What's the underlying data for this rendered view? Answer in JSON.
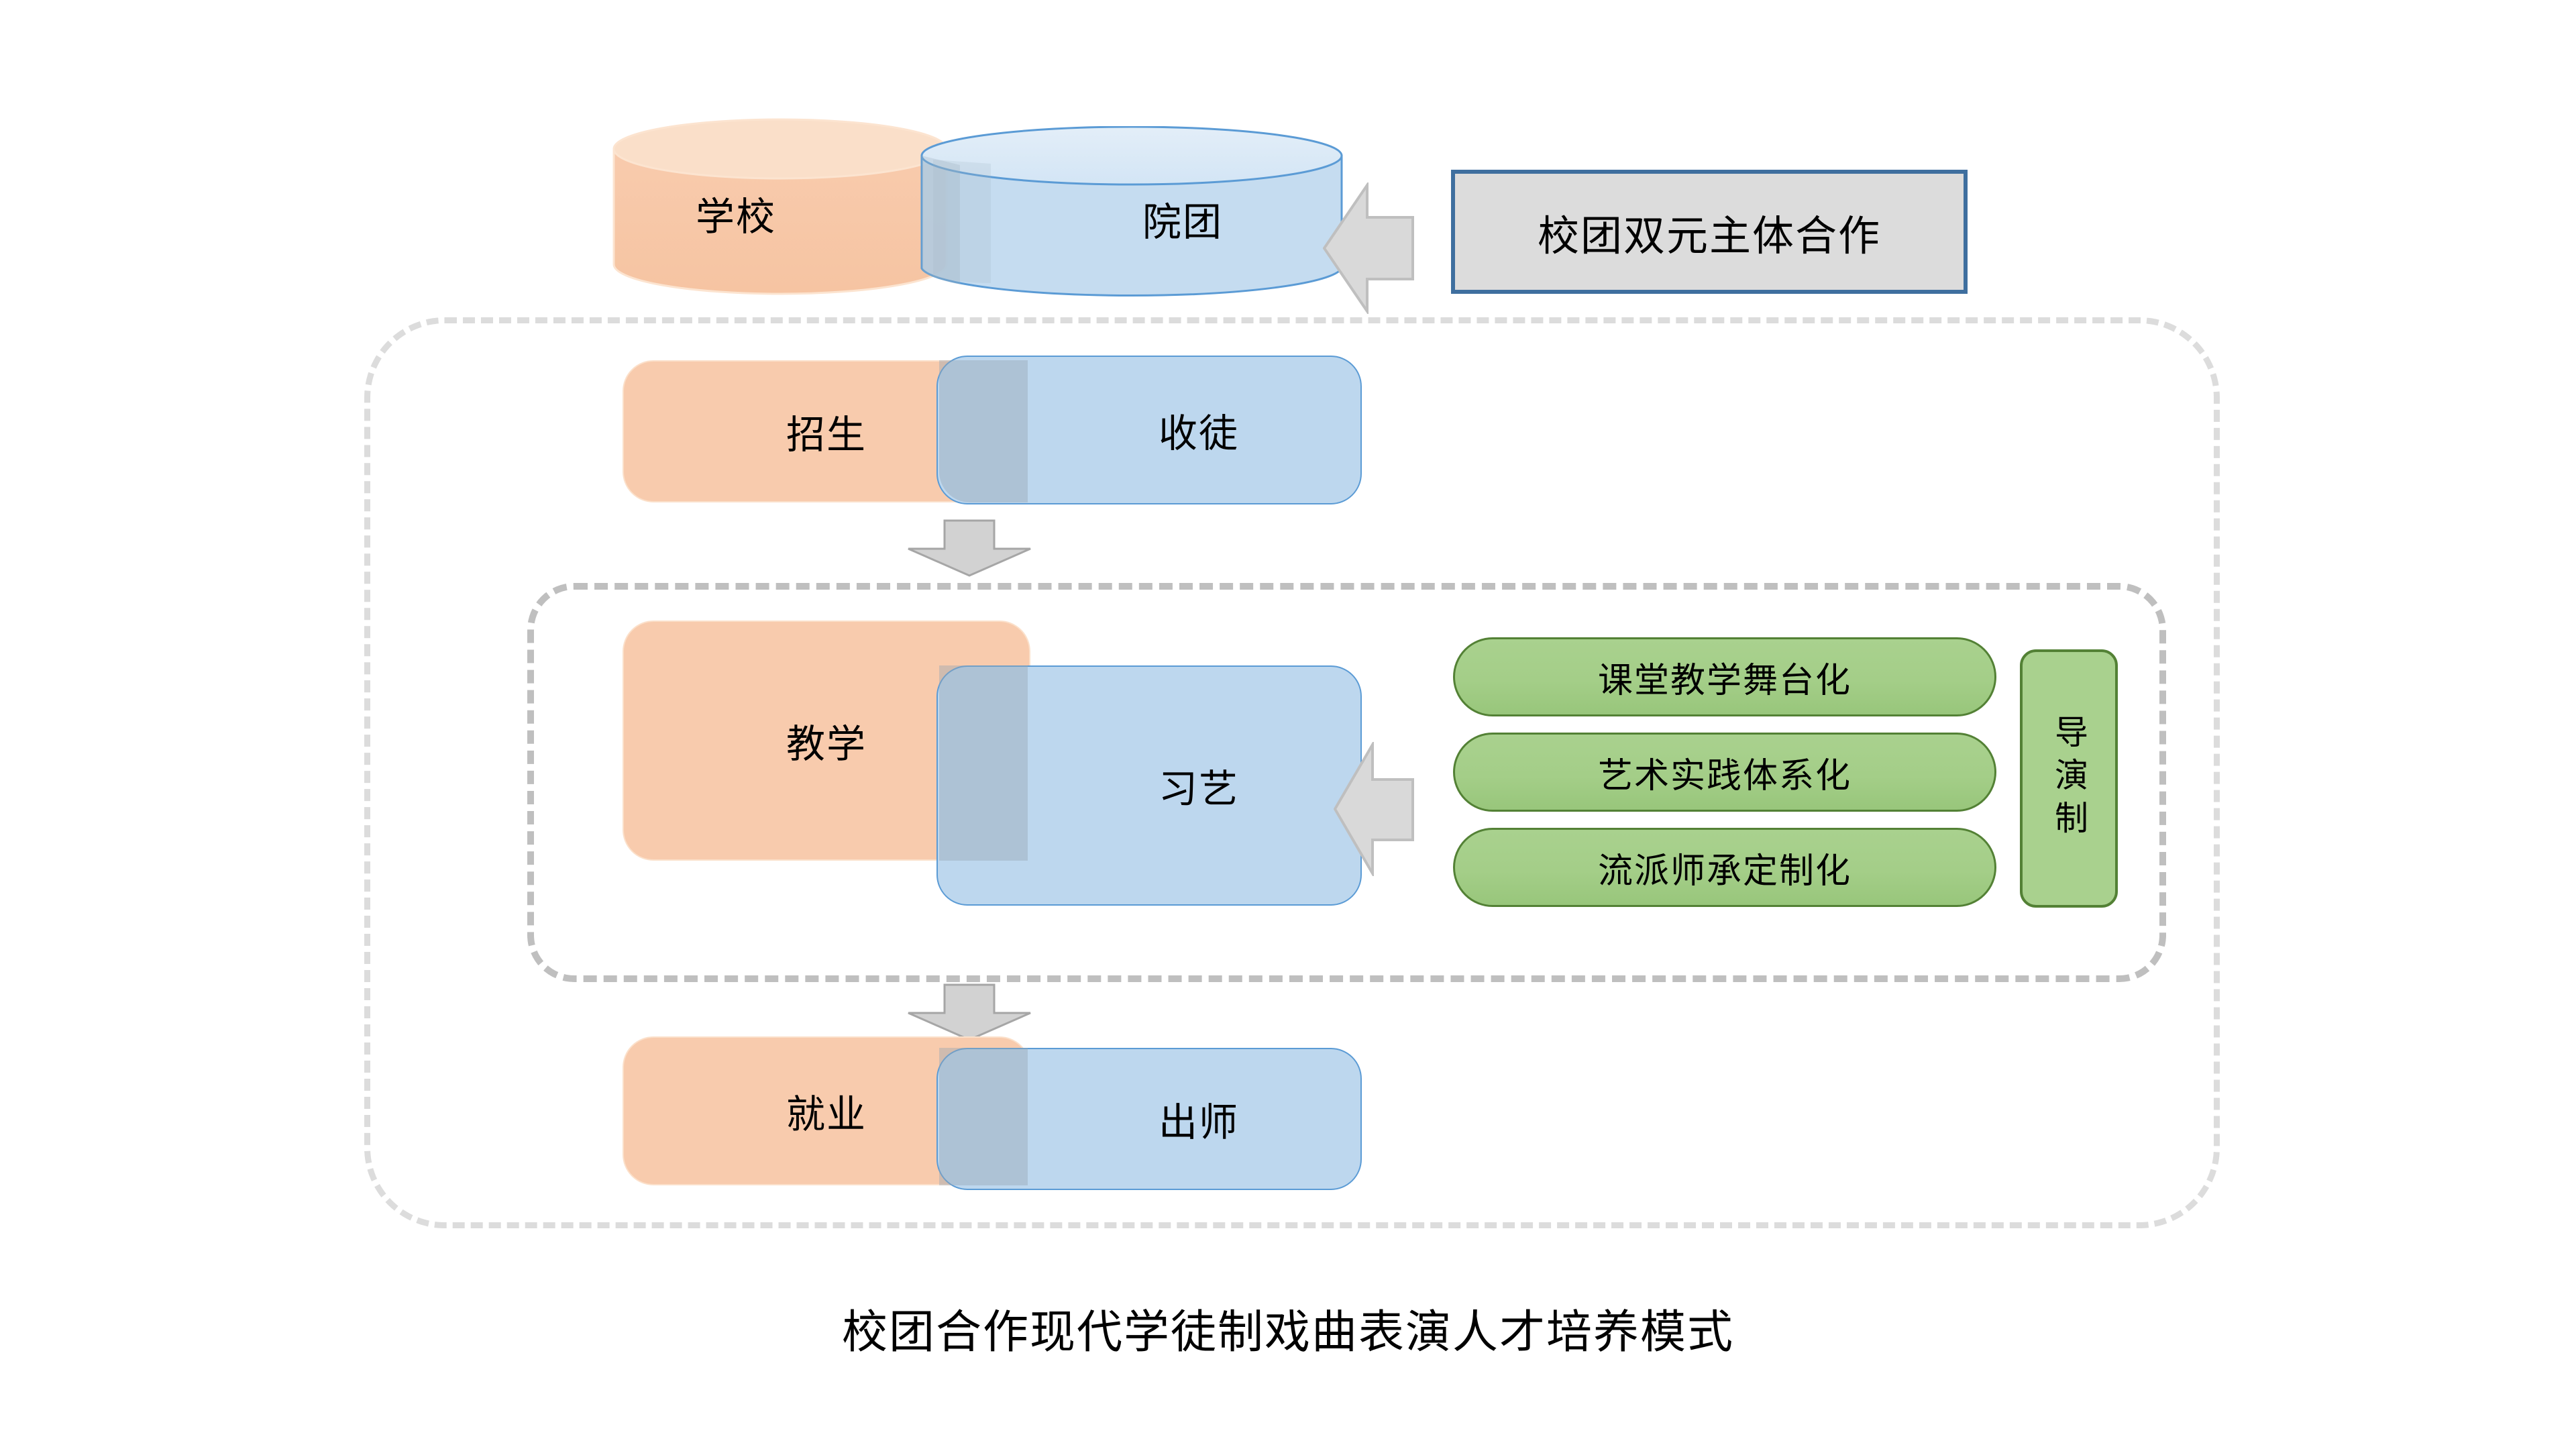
{
  "caption": "校团合作现代学徒制戏曲表演人才培养模式",
  "colors": {
    "orange_fill": "#f8cbad",
    "orange_border": "#fbe0ca",
    "blue_fill": "#bdd7ee",
    "blue_border": "#5b9bd5",
    "green_fill": "#a9d18e",
    "green_border": "#538135",
    "gray_arrow_fill": "#d9d9d9",
    "gray_arrow_border": "#bfbfbf",
    "callout_fill": "#dcdcdc",
    "callout_border": "#3f6f9f",
    "dashed_outer": "#dcdcdc",
    "dashed_inner": "#bfbfbf"
  },
  "top_row": {
    "school_cylinder_label": "学校",
    "troupe_cylinder_label": "院团"
  },
  "callout": {
    "label": "校团双元主体合作"
  },
  "rows": [
    {
      "name": "recruit",
      "orange_label": "招生",
      "blue_label": "收徒"
    },
    {
      "name": "teach",
      "orange_label": "教学",
      "blue_label": "习艺"
    },
    {
      "name": "employ",
      "orange_label": "就业",
      "blue_label": "出师"
    }
  ],
  "green_pills": [
    {
      "label": "课堂教学舞台化"
    },
    {
      "label": "艺术实践体系化"
    },
    {
      "label": "流派师承定制化"
    }
  ],
  "director_system": {
    "label": "导演制"
  },
  "icons": {
    "arrow_down": "arrow-down-icon",
    "arrow_left": "arrow-left-icon",
    "cylinder": "cylinder-icon"
  }
}
